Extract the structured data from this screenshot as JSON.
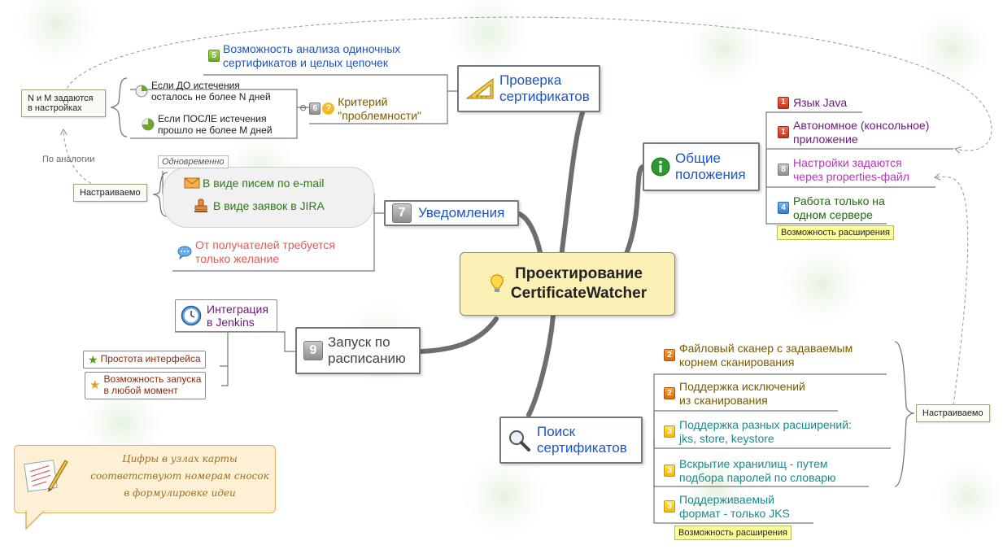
{
  "central": {
    "line1": "Проектирование",
    "line2": "CertificateWatcher",
    "icon": "lightbulb-icon"
  },
  "branches": {
    "check": {
      "title1": "Проверка",
      "title2": "сертификатов",
      "icon": "ruler-triangle-icon",
      "feature5": {
        "badge": "5",
        "line1": "Возможность анализа одиночных",
        "line2": "сертификатов и целых цепочек"
      },
      "criterion": {
        "badge": "6",
        "line1": "Критерий",
        "line2": "\"проблемности\"",
        "icon": "question-icon"
      },
      "before": {
        "line1": "Если ДО истечения",
        "line2": "осталось не более N дней",
        "progress": 0.25
      },
      "after": {
        "line1": "Если ПОСЛЕ истечения",
        "line2": "прошло не более M дней",
        "progress": 0.75
      },
      "nm_note": {
        "line1": "N и M задаются",
        "line2": "в настройках"
      },
      "analogy": "По аналогии"
    },
    "notify": {
      "badge": "7",
      "title": "Уведомления",
      "simultaneous": "Одновременно",
      "email": {
        "label": "В виде писем по e-mail",
        "icon": "envelope-icon"
      },
      "jira": {
        "label": "В виде заявок в JIRA",
        "icon": "stamp-icon"
      },
      "wish": {
        "line1": "От получателей требуется",
        "line2": "только желание",
        "icon": "speech-bubble-icon"
      },
      "configurable": "Настраиваемо"
    },
    "schedule": {
      "badge": "9",
      "title1": "Запуск по",
      "title2": "расписанию",
      "jenkins": {
        "line1": "Интеграция",
        "line2": "в Jenkins",
        "icon": "clock-icon"
      },
      "simple": {
        "label": "Простота интерфейса",
        "icon": "star-icon"
      },
      "anytime": {
        "line1": "Возможность запуска",
        "line2": "в любой момент",
        "icon": "star-icon"
      }
    },
    "general": {
      "title1": "Общие",
      "title2": "положения",
      "icon": "info-icon",
      "items": [
        {
          "badge": "1",
          "line1": "Язык Java",
          "line2": ""
        },
        {
          "badge": "1",
          "line1": "Автономное (консольное)",
          "line2": "приложение"
        },
        {
          "badge": "8",
          "line1": "Настройки задаются",
          "line2": "через properties-файл"
        },
        {
          "badge": "4",
          "line1": "Работа только на",
          "line2": "одном сервере"
        }
      ],
      "ext_note": "Возможность расширения"
    },
    "search": {
      "title1": "Поиск",
      "title2": "сертификатов",
      "icon": "magnifier-icon",
      "items": [
        {
          "badge": "2",
          "line1": "Файловый сканер с задаваемым",
          "line2": "корнем сканирования"
        },
        {
          "badge": "2",
          "line1": "Поддержка исключений",
          "line2": "из сканирования"
        },
        {
          "badge": "3",
          "line1": "Поддержка разных расширений:",
          "line2": "jks, store, keystore"
        },
        {
          "badge": "3",
          "line1": "Вскрытие хранилищ - путем",
          "line2": "подбора паролей по словарю"
        },
        {
          "badge": "3",
          "line1": "Поддерживаемый",
          "line2": "формат - только JKS"
        }
      ],
      "configurable": "Настраиваемо",
      "ext_note": "Возможность расширения"
    }
  },
  "callout": {
    "line1": "Цифры в узлах карты",
    "line2": "соответствуют номерам сносок",
    "line3": "в формулировке идеи",
    "icon": "notepad-pencil-icon"
  },
  "colors": {
    "blue": "#1a55c8",
    "darkblue": "#1f3fa0",
    "red": "#b22a1c",
    "purple": "#6a1a7a",
    "magenta": "#c030c8",
    "green": "#2c7a10",
    "darkgreen": "#1f6a10",
    "olive": "#7a5a00",
    "teal": "#1a8a8a",
    "salmon": "#e05a5a",
    "brown": "#8a2a10"
  }
}
